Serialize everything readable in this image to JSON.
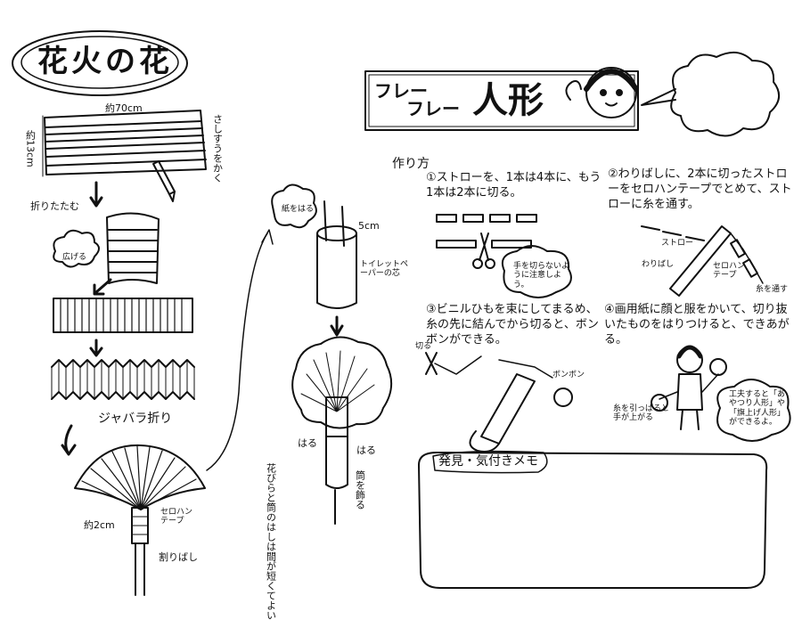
{
  "left": {
    "title": "花火の花",
    "width_label": "約70cm",
    "height_label": "約13cm",
    "side_note": "さしすうをかく",
    "fold_label": "折りたたむ",
    "spread_label": "広げる",
    "jabara_label": "ジャバラ折り",
    "tape_label": "セロハンテープ",
    "width2_label": "約2cm",
    "chopstick_label": "割りばし"
  },
  "middle": {
    "glue_label": "紙をはる",
    "size_label": "5cm",
    "toilet_label": "トイレットペーパーの芯",
    "haru_left": "はる",
    "haru_right": "はる",
    "petal_note": "花びらと筒のはしは間が短くてよい",
    "tube_note": "筒を飾る"
  },
  "right": {
    "title_small_1": "フレー",
    "title_small_2": "フレー",
    "title_big": "人形",
    "howto": "作り方",
    "step1": "①ストローを、1本は4本に、もう1本は2本に切る。",
    "step1_note": "手を切らないように注意しよう。",
    "step2": "②わりばしに、2本に切ったストローをセロハンテープでとめて、ストローに糸を通す。",
    "straw_label": "ストロー",
    "waribashi_label": "わりばし",
    "tape_label": "セロハンテープ",
    "thread_label": "糸を通す",
    "step3": "③ビニルひもを束にしてまるめ、糸の先に結んでから切ると、ボンボンができる。",
    "cut_label": "切る",
    "pompom_label": "ボンボン",
    "step4": "④画用紙に顔と服をかいて、切り抜いたものをはりつけると、できあがる。",
    "pull_label": "糸を引っぱると手が上がる",
    "tip": "工夫すると「あやつり人形」や「旗上げ人形」ができるよ。",
    "memo_label": "発見・気付きメモ"
  },
  "colors": {
    "ink": "#111111",
    "paper": "#ffffff"
  }
}
